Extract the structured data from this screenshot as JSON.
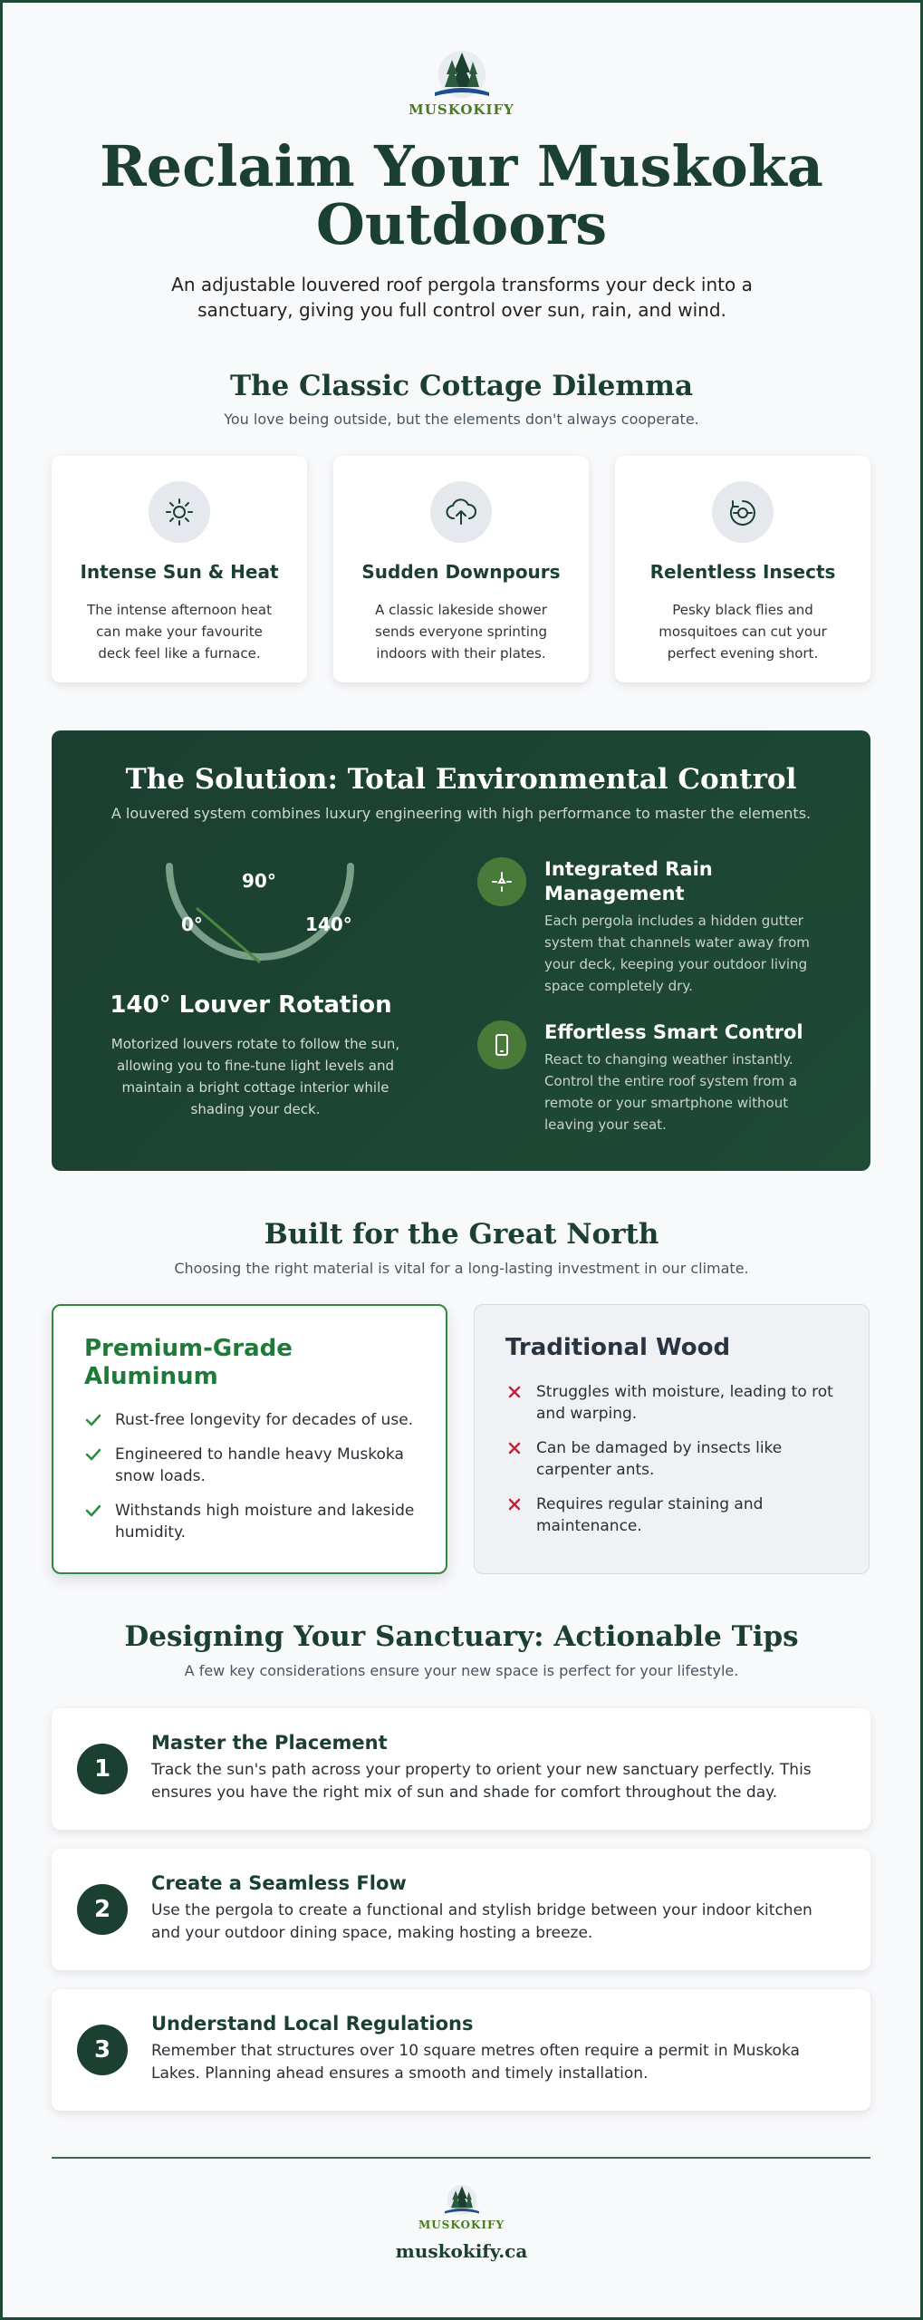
{
  "brand": {
    "name": "MUSKOKIFY",
    "url": "muskokify.ca"
  },
  "hero": {
    "title_line1": "Reclaim Your Muskoka",
    "title_line2": "Outdoors",
    "subtitle": "An adjustable louvered roof pergola transforms your deck into a sanctuary, giving you full control over sun, rain, and wind."
  },
  "dilemma": {
    "title": "The Classic Cottage Dilemma",
    "subtitle": "You love being outside, but the elements don't always cooperate.",
    "cards": [
      {
        "icon": "sun-icon",
        "title": "Intense Sun & Heat",
        "text": "The intense afternoon heat can make your favourite deck feel like a furnace."
      },
      {
        "icon": "cloud-rain-icon",
        "title": "Sudden Downpours",
        "text": "A classic lakeside shower sends everyone sprinting indoors with their plates."
      },
      {
        "icon": "insect-icon",
        "title": "Relentless Insects",
        "text": "Pesky black flies and mosquitoes can cut your perfect evening short."
      }
    ]
  },
  "solution": {
    "title": "The Solution: Total Environmental Control",
    "subtitle": "A louvered system combines luxury engineering with high performance to master the elements.",
    "gauge": {
      "label_0": "0°",
      "label_90": "90°",
      "label_140": "140°",
      "value_degrees": 140
    },
    "rotation_title": "140° Louver Rotation",
    "rotation_text": "Motorized louvers rotate to follow the sun, allowing you to fine-tune light levels and maintain a bright cottage interior while shading your deck.",
    "features": [
      {
        "icon": "water-drop-icon",
        "title": "Integrated Rain Management",
        "text": "Each pergola includes a hidden gutter system that channels water away from your deck, keeping your outdoor living space completely dry."
      },
      {
        "icon": "smartphone-icon",
        "title": "Effortless Smart Control",
        "text": "React to changing weather instantly. Control the entire roof system from a remote or your smartphone without leaving your seat."
      }
    ],
    "colors": {
      "panel": "#1b3f30",
      "icon_bg": "#4a7a3a"
    }
  },
  "materials": {
    "title": "Built for the Great North",
    "subtitle": "Choosing the right material is vital for a long-lasting investment in our climate.",
    "aluminum": {
      "title": "Premium-Grade Aluminum",
      "points": [
        "Rust-free longevity for decades of use.",
        "Engineered to handle heavy Muskoka snow loads.",
        "Withstands high moisture and lakeside humidity."
      ]
    },
    "wood": {
      "title": "Traditional Wood",
      "points": [
        "Struggles with moisture, leading to rot and warping.",
        "Can be damaged by insects like carpenter ants.",
        "Requires regular staining and maintenance."
      ]
    },
    "colors": {
      "check": "#2f8a3e",
      "cross": "#c0243a"
    }
  },
  "tips": {
    "title": "Designing Your Sanctuary: Actionable Tips",
    "subtitle": "A few key considerations ensure your new space is perfect for your lifestyle.",
    "items": [
      {
        "num": "1",
        "title": "Master the Placement",
        "text": "Track the sun's path across your property to orient your new sanctuary perfectly. This ensures you have the right mix of sun and shade for comfort throughout the day."
      },
      {
        "num": "2",
        "title": "Create a Seamless Flow",
        "text": "Use the pergola to create a functional and stylish bridge between your indoor kitchen and your outdoor dining space, making hosting a breeze."
      },
      {
        "num": "3",
        "title": "Understand Local Regulations",
        "text": "Remember that structures over 10 square metres often require a permit in Muskoka Lakes. Planning ahead ensures a smooth and timely installation."
      }
    ]
  }
}
